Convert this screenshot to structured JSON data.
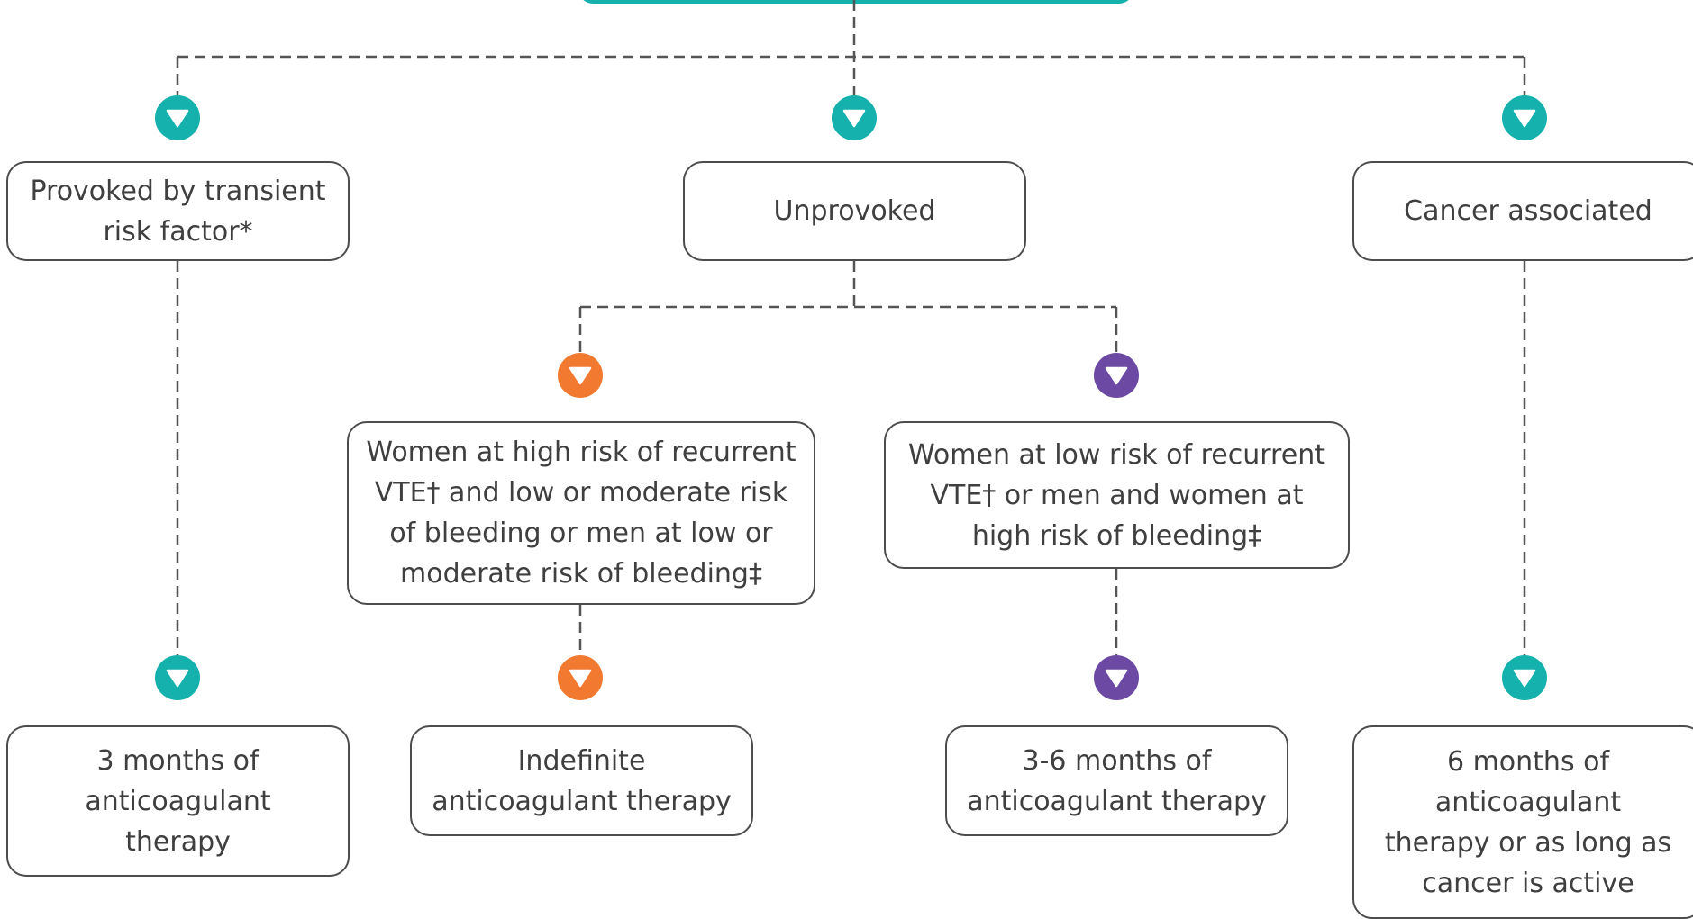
{
  "colors": {
    "teal": "#14b1ad",
    "orange": "#f27a30",
    "purple": "#6c4aa3",
    "border": "#4d4d4d",
    "line": "#555555",
    "text": "#3f3f3f"
  },
  "nodes": {
    "provoked": "Provoked by transient\nrisk factor*",
    "unprovoked": "Unprovoked",
    "cancer": "Cancer associated",
    "high_risk": "Women at high risk of recurrent\nVTE† and low or moderate risk\nof bleeding or men at low or\nmoderate risk of bleeding‡",
    "low_risk": "Women at low risk of recurrent\nVTE† or men and women at\nhigh risk of bleeding‡",
    "three_months": "3 months of\nanticoagulant\ntherapy",
    "indefinite": "Indefinite\nanticoagulant therapy",
    "three_six_months": "3-6 months of\nanticoagulant therapy",
    "six_months": "6 months of\nanticoagulant\ntherapy or as long as\ncancer is active"
  },
  "markers": {
    "provoked": "arrow-down-icon",
    "unprovoked": "arrow-down-icon",
    "cancer": "arrow-down-icon",
    "high_risk": "arrow-down-icon",
    "low_risk": "arrow-down-icon"
  }
}
